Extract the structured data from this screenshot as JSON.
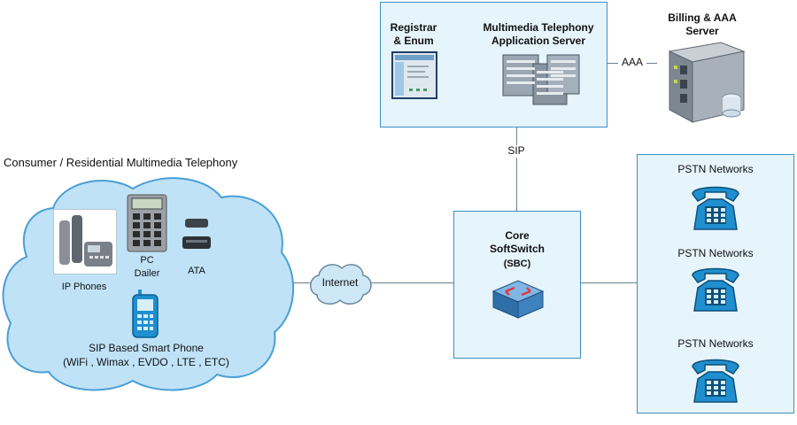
{
  "consumer": {
    "title": "Consumer / Residential Multimedia Telephony",
    "ip_phones": "IP Phones",
    "pc_line1": "PC",
    "pc_line2": "Dailer",
    "ata": "ATA",
    "smartphone_line1": "SIP Based Smart Phone",
    "smartphone_line2": "(WiFi , Wimax , EVDO , LTE , ETC)"
  },
  "internet": {
    "label": "Internet"
  },
  "app_server_box": {
    "registrar_line1": "Registrar",
    "registrar_line2": "& Enum",
    "mts_line1": "Multimedia Telephony",
    "mts_line2": "Application Server"
  },
  "links": {
    "sip": "SIP",
    "aaa": "AAA"
  },
  "billing": {
    "line1": "Billing & AAA",
    "line2": "Server"
  },
  "softswitch": {
    "line1": "Core",
    "line2": "SoftSwitch",
    "line3": "(SBC)"
  },
  "pstn": {
    "items": [
      "PSTN Networks",
      "PSTN Networks",
      "PSTN Networks"
    ]
  },
  "colors": {
    "box_fill": "#e6f4fb",
    "box_border": "#3b8fc4",
    "cloud_fill": "#bfe2f7",
    "phone_blue": "#1f8fcf"
  }
}
